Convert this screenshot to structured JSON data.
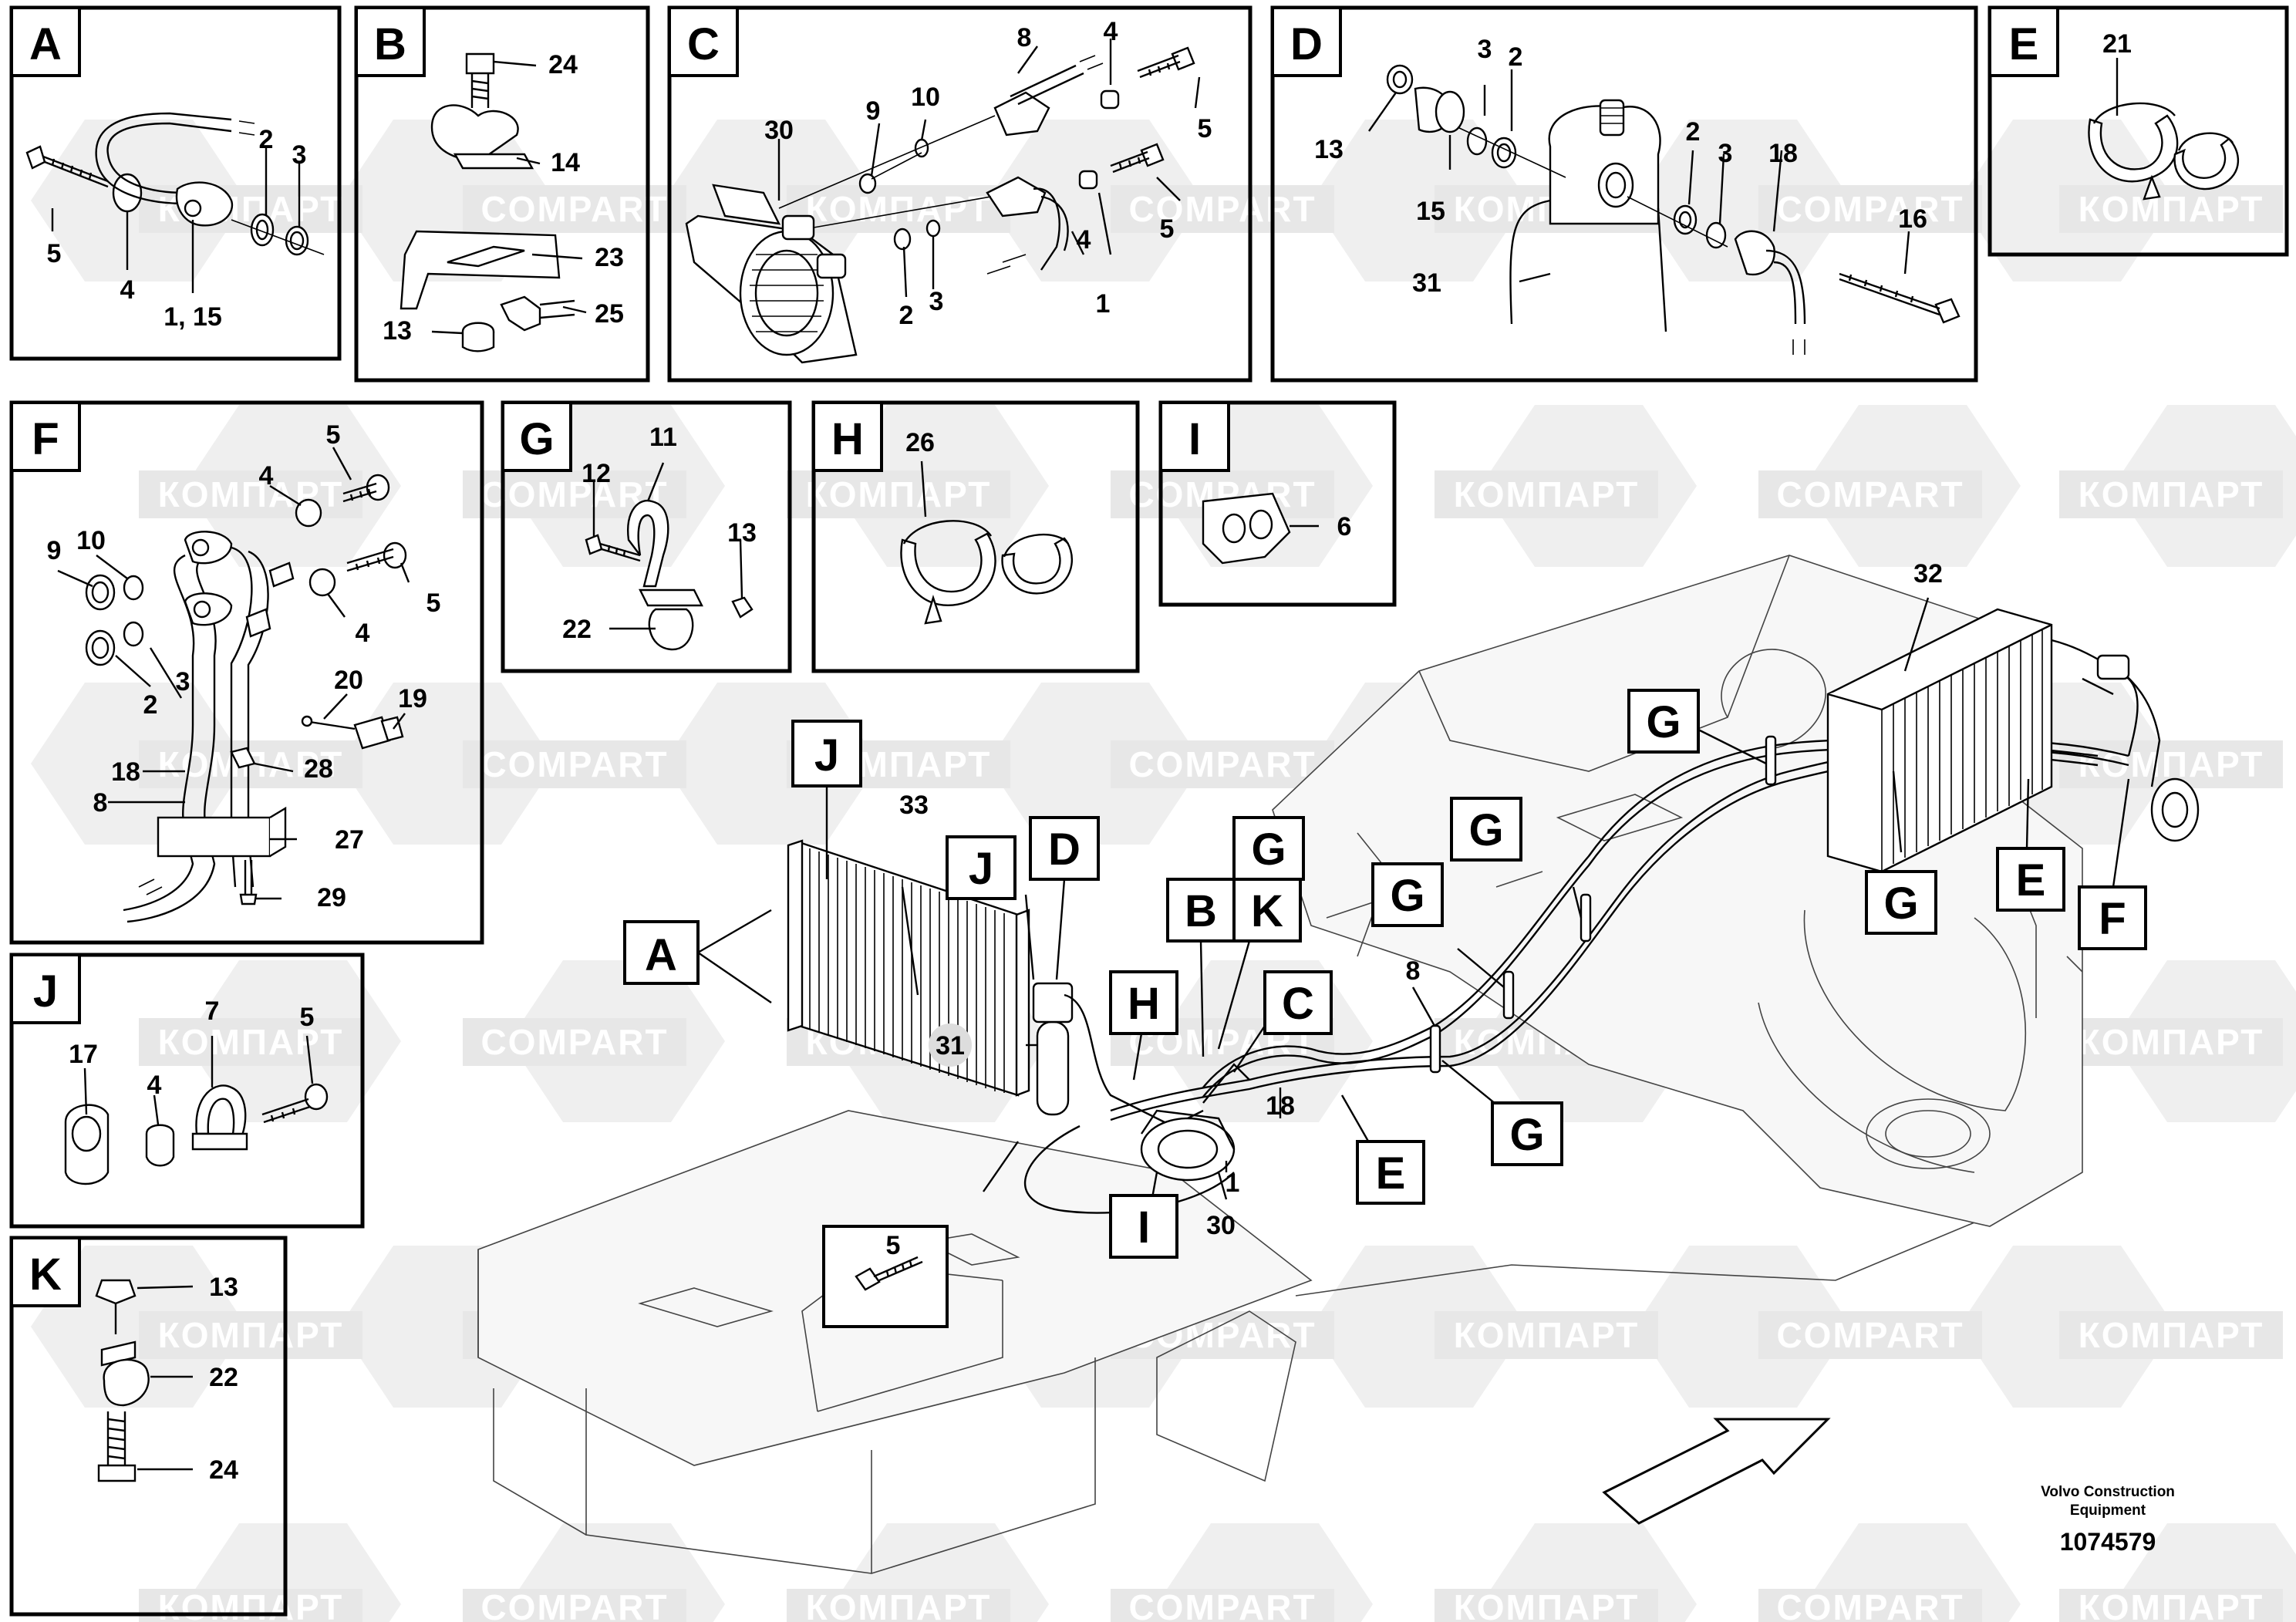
{
  "watermarks": {
    "cyrillic": "КОМПАРТ",
    "latin": "COMPART"
  },
  "panels": {
    "A": {
      "letter": "A",
      "callouts": [
        "5",
        "4",
        "1, 15",
        "2",
        "3"
      ]
    },
    "B": {
      "letter": "B",
      "callouts": [
        "24",
        "14",
        "23",
        "25",
        "13"
      ]
    },
    "C": {
      "letter": "C",
      "callouts": [
        "8",
        "4",
        "5",
        "9",
        "10",
        "30",
        "5",
        "2",
        "3",
        "4",
        "1"
      ]
    },
    "D": {
      "letter": "D",
      "callouts": [
        "3",
        "2",
        "13",
        "15",
        "31",
        "2",
        "3",
        "18",
        "16"
      ]
    },
    "E": {
      "letter": "E",
      "callouts": [
        "21"
      ]
    },
    "F": {
      "letter": "F",
      "callouts": [
        "5",
        "4",
        "9",
        "10",
        "5",
        "4",
        "2",
        "3",
        "20",
        "19",
        "18",
        "28",
        "8",
        "27",
        "29"
      ]
    },
    "G": {
      "letter": "G",
      "callouts": [
        "11",
        "12",
        "13",
        "22"
      ]
    },
    "H": {
      "letter": "H",
      "callouts": [
        "26"
      ]
    },
    "I": {
      "letter": "I",
      "callouts": [
        "6"
      ]
    },
    "J": {
      "letter": "J",
      "callouts": [
        "7",
        "5",
        "17",
        "4"
      ]
    },
    "K": {
      "letter": "K",
      "callouts": [
        "13",
        "22",
        "24"
      ]
    }
  },
  "main": {
    "flags": [
      "A",
      "J",
      "J",
      "D",
      "B",
      "K",
      "H",
      "C",
      "I",
      "E",
      "G",
      "G",
      "G",
      "G",
      "G",
      "G",
      "E",
      "F"
    ],
    "callouts": [
      "33",
      "31",
      "5",
      "1",
      "30",
      "18",
      "8",
      "32"
    ]
  },
  "footer": {
    "company_line1": "Volvo Construction",
    "company_line2": "Equipment",
    "doc_number": "1074579"
  }
}
